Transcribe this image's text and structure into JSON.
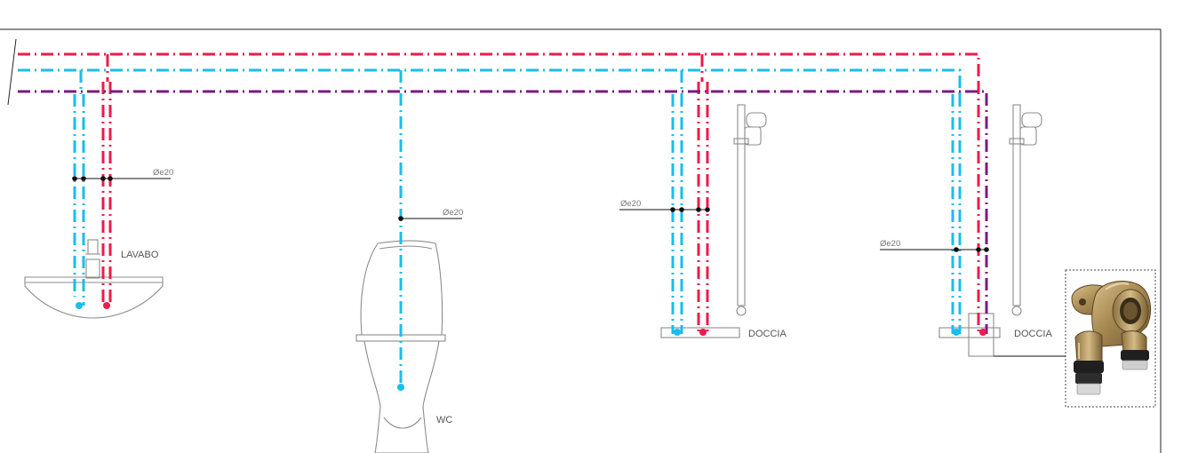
{
  "colors": {
    "cold_water": "#19bdef",
    "hot_water": "#ef1b4b",
    "recirculation": "#7a1a82",
    "fixture_outline": "#8c8c8c",
    "leader_line": "#111111",
    "dimension_text": "#777777"
  },
  "fixtures": {
    "lavabo": "LAVABO",
    "wc": "WC",
    "doccia_1": "DOCCIA",
    "doccia_2": "DOCCIA"
  },
  "pipe_sizes": {
    "lavabo": "Øe20",
    "wc": "Øe20",
    "doccia_1": "Øe20",
    "doccia_2": "Øe20"
  },
  "detail_image": {
    "icon": "brass-wall-elbow-fitting-icon"
  }
}
